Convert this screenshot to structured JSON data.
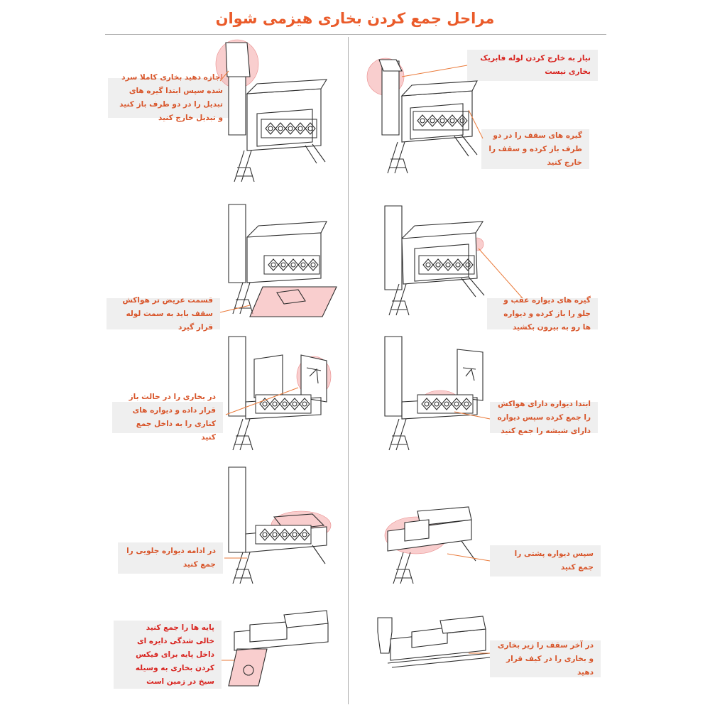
{
  "title": "مراحل جمع کردن بخاری هیزمی شوان",
  "colors": {
    "title": "#ea5b2a",
    "caption_text": "#d8552a",
    "caption_text_red": "#d8231e",
    "caption_background": "#efefef",
    "highlight": "#f4a6a6",
    "leader_line": "#ea7a3a",
    "divider": "#b0b0b0"
  },
  "steps": [
    {
      "id": "remove-chimney",
      "captions": [
        "نیاز به خارج کردن لوله فابریک بخاری نیست"
      ]
    },
    {
      "id": "remove-roof",
      "captions": [
        "اجازه دهید بخاری کاملا سرد شده سپس ابتدا گیره های تبدیل را در دو طرف باز کنید و تبدیل خارج کنید",
        "گیره های سقف را در دو طرف باز کرده و سقف را خارج کنید"
      ]
    },
    {
      "id": "remove-front-back-walls",
      "captions": [
        "گیره های دیواره عقب و جلو را باز کرده و دیواره ها رو به بیرون بکشید"
      ]
    },
    {
      "id": "roof-vent-orientation",
      "captions": [
        "قسمت عریض تر هواکش سقف باید به سمت لوله قرار گیرد"
      ]
    },
    {
      "id": "fold-vent-wall",
      "captions": [
        "ابتدا دیواره دارای هواکش را جمع کرده سپس دیواره دارای شیشه را جمع کنید"
      ]
    },
    {
      "id": "fold-side-walls",
      "captions": [
        "در بخاری را در حالت باز قرار داده و دیواره های کناری را به داخل جمع کنید"
      ]
    },
    {
      "id": "fold-front-wall",
      "captions": [
        "در ادامه دیواره جلویی را جمع کنید"
      ]
    },
    {
      "id": "fold-back-wall",
      "captions": [
        "سپس دیواره پشتی را جمع کنید"
      ]
    },
    {
      "id": "fold-legs",
      "captions": [
        "پایه ها را جمع کنید\nخالی شدگی دایره ای داخل پایه برای فیکس کردن بخاری به وسیله سیخ در زمین است"
      ]
    },
    {
      "id": "pack-away",
      "captions": [
        "در آخر سقف را زیر بخاری و بخاری را در کیف قرار دهید"
      ]
    }
  ]
}
